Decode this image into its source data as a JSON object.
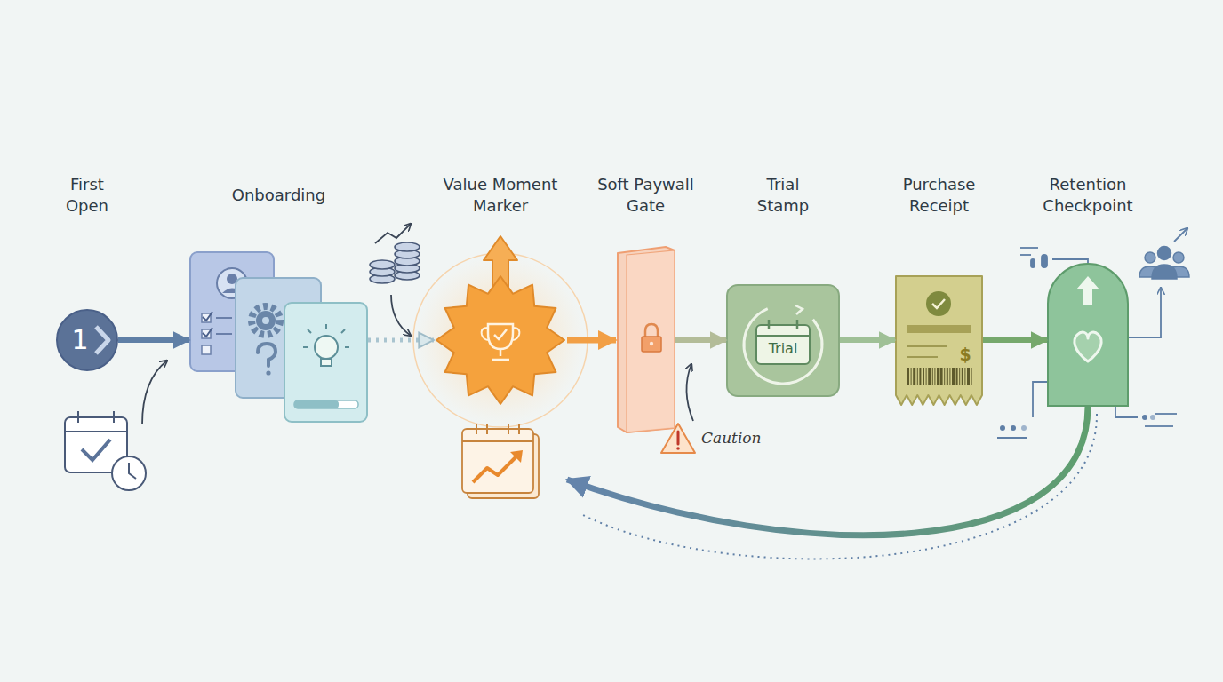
{
  "diagram": {
    "nodes": [
      {
        "text": [
          "First Open",
          "1"
        ]
      },
      {
        "text": [
          "Onboarding"
        ]
      },
      {
        "text": [
          "Value Moment Marker"
        ]
      },
      {
        "text": [
          "Soft Paywall Gate"
        ]
      },
      {
        "text": [
          "Trial Stamp",
          "Trial"
        ]
      },
      {
        "text": [
          "Purchase Receipt",
          "$"
        ]
      },
      {
        "text": [
          "Retention Checkpoint"
        ]
      }
    ],
    "edges": [
      {
        "from": 0,
        "to": 1,
        "arrow": "to"
      },
      {
        "from": 1,
        "to": 2,
        "arrow": "to"
      },
      {
        "from": 2,
        "to": 3,
        "arrow": "to"
      },
      {
        "from": 3,
        "to": 4,
        "arrow": "to"
      },
      {
        "from": 4,
        "to": 5,
        "arrow": "to"
      },
      {
        "from": 5,
        "to": 6,
        "arrow": "to"
      },
      {
        "from": 6,
        "to": 2,
        "arrow": "to"
      }
    ],
    "labels": [
      "Caution"
    ]
  }
}
